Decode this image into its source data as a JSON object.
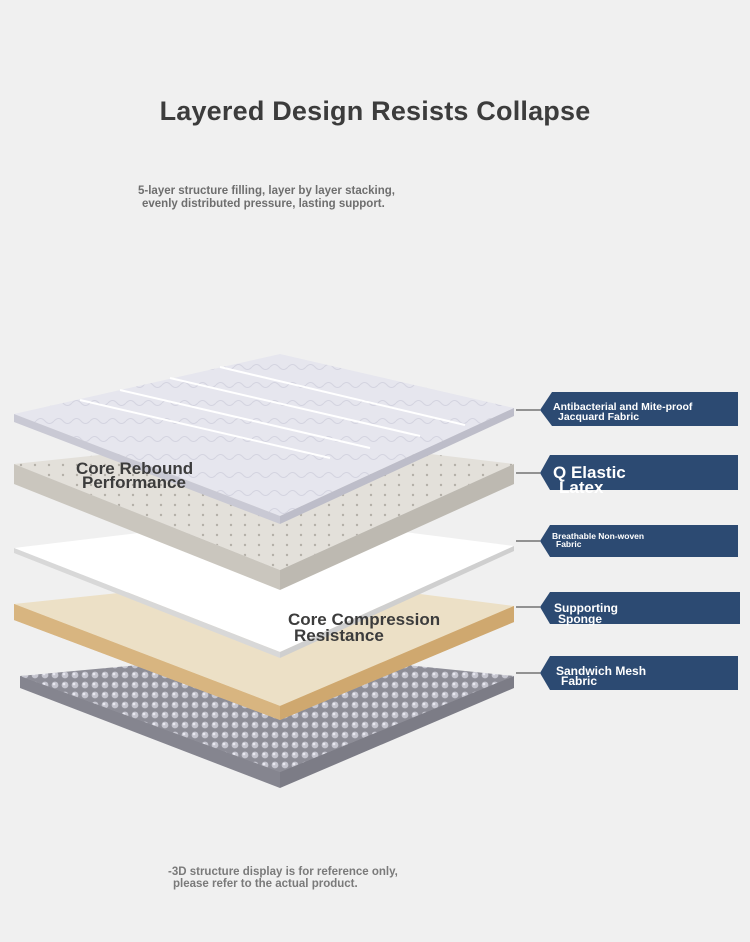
{
  "header": {
    "title": "Layered Design Resists Collapse",
    "subtitle_line1": "5-layer structure filling, layer by layer stacking,",
    "subtitle_line2": "evenly distributed pressure, lasting support."
  },
  "core_labels": {
    "rebound_line1": "Core Rebound",
    "rebound_line2": "Performance",
    "compression_line1": "Core Compression",
    "compression_line2": "Resistance"
  },
  "layers": [
    {
      "line1": "Antibacterial and Mite-proof",
      "line2": "Jacquard Fabric"
    },
    {
      "line1": "Q Elastic",
      "line2": "Latex"
    },
    {
      "line1": "Breathable Non-woven",
      "line2": "Fabric"
    },
    {
      "line1": "Supporting",
      "line2": "Sponge"
    },
    {
      "line1": "Sandwich Mesh",
      "line2": "Fabric"
    }
  ],
  "footer": {
    "line1": "-3D structure display is for reference only,",
    "line2": "please refer to the actual product."
  },
  "colors": {
    "background": "#f0f0f0",
    "callout": "#2c4a72",
    "sponge": "#e6d2b0",
    "latex": "#e2dfd9",
    "fabric_top": "#e4e4ec",
    "mesh": "#8e8e98"
  }
}
